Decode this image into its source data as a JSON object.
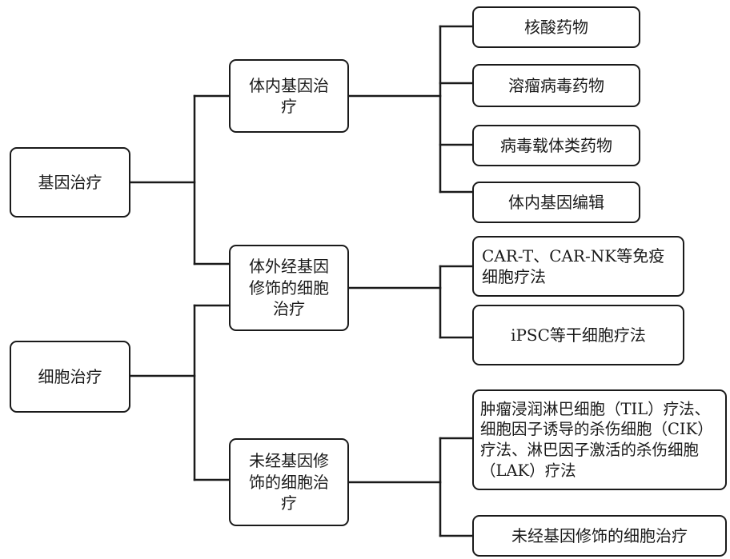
{
  "roots": [
    {
      "id": "gene-therapy",
      "label": "基因治疗"
    },
    {
      "id": "cell-therapy",
      "label": "细胞治疗"
    }
  ],
  "middle": [
    {
      "id": "in-vivo-gene-therapy",
      "label": "体内基因治疗"
    },
    {
      "id": "ex-vivo-modified-cell-therapy",
      "label": "体外经基因修饰的细胞治疗"
    },
    {
      "id": "unmodified-cell-therapy",
      "label": "未经基因修饰的细胞治疗"
    }
  ],
  "leaves": [
    {
      "id": "nucleic-acid-drugs",
      "label": "核酸药物"
    },
    {
      "id": "oncolytic-virus-drugs",
      "label": "溶瘤病毒药物"
    },
    {
      "id": "viral-vector-drugs",
      "label": "病毒载体类药物"
    },
    {
      "id": "in-vivo-gene-editing",
      "label": "体内基因编辑"
    },
    {
      "id": "car-immune-cell-therapy",
      "label": "CAR-T、CAR-NK等免疫细胞疗法"
    },
    {
      "id": "ipsc-stem-cell-therapy",
      "label": "iPSC等干细胞疗法"
    },
    {
      "id": "til-cik-lak-therapy",
      "label": "肿瘤浸润淋巴细胞（TIL）疗法、细胞因子诱导的杀伤细胞（CIK）疗法、淋巴因子激活的杀伤细胞（LAK）疗法"
    },
    {
      "id": "unmodified-cell-therapy-leaf",
      "label": "未经基因修饰的细胞治疗"
    }
  ]
}
